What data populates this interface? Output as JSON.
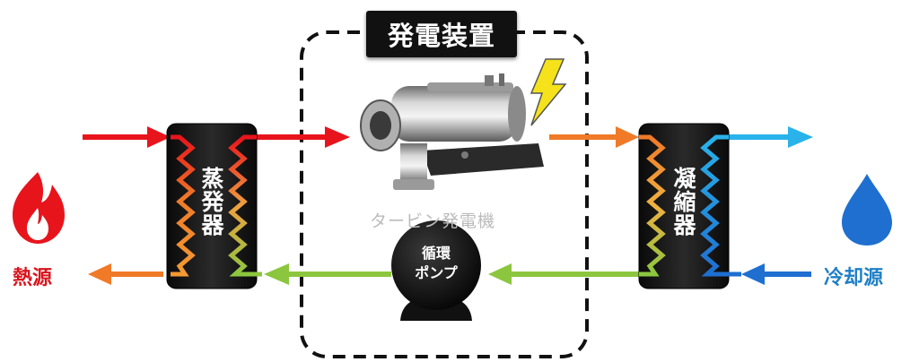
{
  "title": "発電装置",
  "evaporator_label": "蒸発器",
  "condenser_label": "凝縮器",
  "turbine_label": "タービン発電機",
  "pump_label_line1": "循環",
  "pump_label_line2": "ポンプ",
  "heat_source_label": "熱源",
  "cooling_source_label": "冷却源",
  "icons": {
    "heat": "flame-icon",
    "cooling": "water-drop-icon",
    "power": "lightning-icon"
  },
  "colors": {
    "hot": "#e8141c",
    "warm": "#f07a28",
    "cool_green": "#8cc63f",
    "cold": "#1e8fd8",
    "cold_light": "#29b3ea",
    "heat_label": "#d9141c",
    "cooling_label": "#1f7fc6"
  }
}
